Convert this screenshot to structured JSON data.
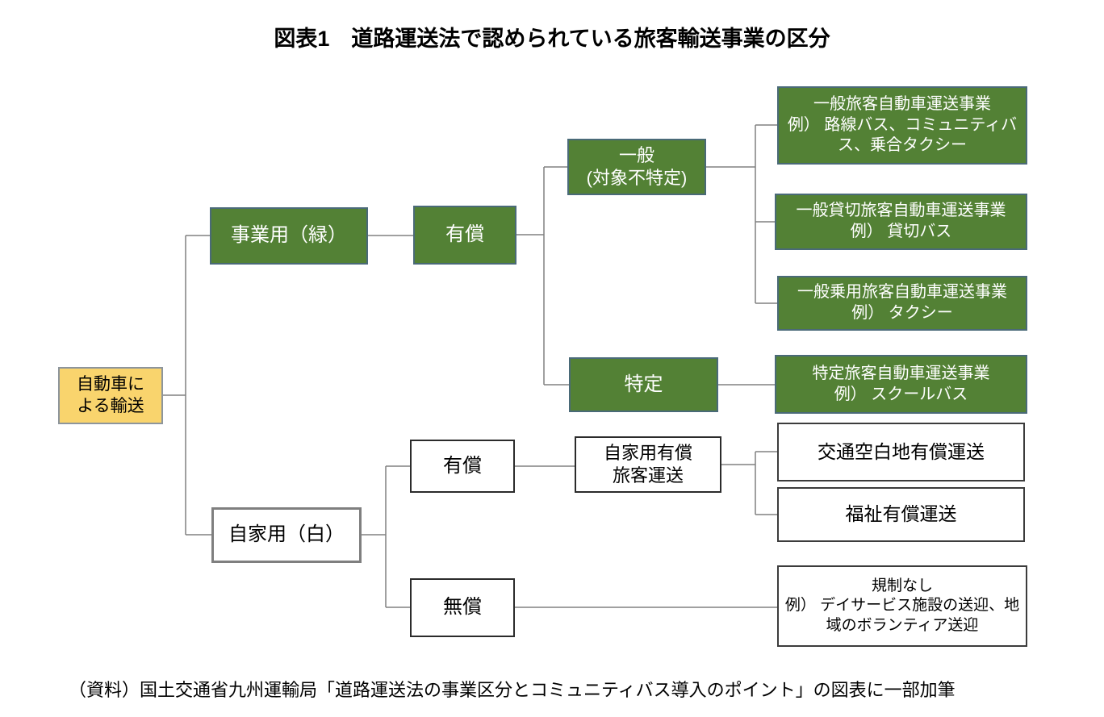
{
  "title": "図表1　道路運送法で認められている旅客輸送事業の区分",
  "source": "（資料）国土交通省九州運輸局「道路運送法の事業区分とコミュニティバス導入のポイント」の図表に一部加筆",
  "colors": {
    "green_fill": "#538135",
    "green_border": "#4a6a78",
    "yellow_fill": "#f9d46d",
    "yellow_border": "#8d959c",
    "white_fill": "#ffffff",
    "dark_border": "#2b2b2b",
    "connector_line": "#808080",
    "text_on_green": "#ffffff",
    "text_on_white": "#000000"
  },
  "nodes": {
    "root": {
      "label": "自動車に\nよる輸送",
      "style": "yellow"
    },
    "commercial": {
      "label": "事業用（緑）",
      "style": "green"
    },
    "paid_commercial": {
      "label": "有償",
      "style": "green"
    },
    "general": {
      "label": "一般\n(対象不特定)",
      "style": "green"
    },
    "specified": {
      "label": "特定",
      "style": "green"
    },
    "leaf_general_passenger": {
      "label": "一般旅客自動車運送事業\n例） 路線バス、コミュニティバス、乗合タクシー",
      "style": "green"
    },
    "leaf_charter": {
      "label": "一般貸切旅客自動車運送事業\n例） 貸切バス",
      "style": "green"
    },
    "leaf_taxi": {
      "label": "一般乗用旅客自動車運送事業\n例） タクシー",
      "style": "green"
    },
    "leaf_specified": {
      "label": "特定旅客自動車運送事業\n例） スクールバス",
      "style": "green"
    },
    "private": {
      "label": "自家用（白）",
      "style": "white"
    },
    "paid_private": {
      "label": "有償",
      "style": "white"
    },
    "private_paid_transport": {
      "label": "自家用有償\n旅客運送",
      "style": "white"
    },
    "leaf_gap_area": {
      "label": "交通空白地有償運送",
      "style": "white"
    },
    "leaf_welfare": {
      "label": "福祉有償運送",
      "style": "white"
    },
    "unpaid": {
      "label": "無償",
      "style": "white"
    },
    "leaf_no_regulation": {
      "label": "規制なし\n例） デイサービス施設の送迎、地域のボランティア送迎",
      "style": "white"
    }
  }
}
